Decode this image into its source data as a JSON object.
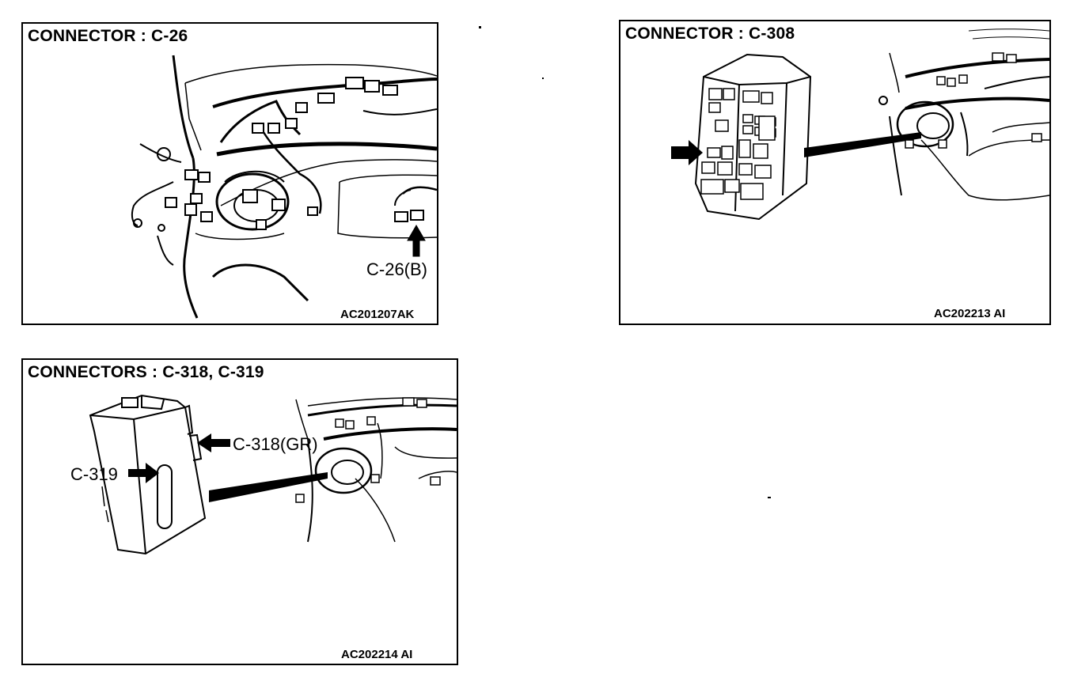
{
  "panels": {
    "c26": {
      "title": "CONNECTOR : C-26",
      "callout": "C-26(B)",
      "figure_code": "AC201207AK"
    },
    "c308": {
      "title": "CONNECTOR : C-308",
      "figure_code": "AC202213 AI"
    },
    "c318": {
      "title": "CONNECTORS : C-318, C-319",
      "callout_c318": "C-318(GR)",
      "callout_c319": "C-319",
      "figure_code": "AC202214 AI"
    }
  },
  "colors": {
    "ink": "#000000",
    "paper": "#ffffff"
  }
}
